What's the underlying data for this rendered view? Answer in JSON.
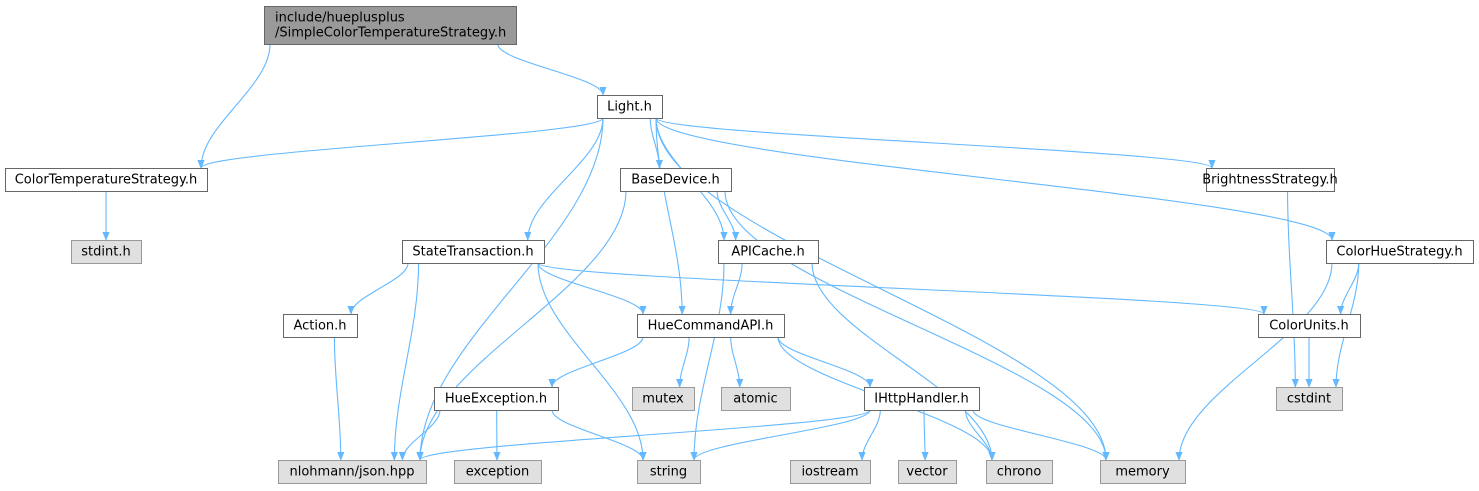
{
  "colors": {
    "edge": "#63b8ff",
    "node_fill": "#ffffff",
    "node_stroke": "#666666",
    "root_fill": "#999999",
    "system_fill": "#e0e0e0",
    "system_stroke": "#999999"
  },
  "nodes": [
    {
      "id": "root",
      "lines": [
        "include/hueplusplus",
        "/SimpleColorTemperatureStrategy.h"
      ],
      "kind": "root"
    },
    {
      "id": "light",
      "lines": [
        "Light.h"
      ],
      "kind": "normal"
    },
    {
      "id": "cts",
      "lines": [
        "ColorTemperatureStrategy.h"
      ],
      "kind": "normal"
    },
    {
      "id": "stdint",
      "lines": [
        "stdint.h"
      ],
      "kind": "system"
    },
    {
      "id": "basedev",
      "lines": [
        "BaseDevice.h"
      ],
      "kind": "normal"
    },
    {
      "id": "bright",
      "lines": [
        "BrightnessStrategy.h"
      ],
      "kind": "normal"
    },
    {
      "id": "colorhue",
      "lines": [
        "ColorHueStrategy.h"
      ],
      "kind": "normal"
    },
    {
      "id": "statetx",
      "lines": [
        "StateTransaction.h"
      ],
      "kind": "normal"
    },
    {
      "id": "apicache",
      "lines": [
        "APICache.h"
      ],
      "kind": "normal"
    },
    {
      "id": "action",
      "lines": [
        "Action.h"
      ],
      "kind": "normal"
    },
    {
      "id": "huecmd",
      "lines": [
        "HueCommandAPI.h"
      ],
      "kind": "normal"
    },
    {
      "id": "colorunits",
      "lines": [
        "ColorUnits.h"
      ],
      "kind": "normal"
    },
    {
      "id": "hueexc",
      "lines": [
        "HueException.h"
      ],
      "kind": "normal"
    },
    {
      "id": "mutex",
      "lines": [
        "mutex"
      ],
      "kind": "system"
    },
    {
      "id": "atomic",
      "lines": [
        "atomic"
      ],
      "kind": "system"
    },
    {
      "id": "ihttp",
      "lines": [
        "IHttpHandler.h"
      ],
      "kind": "normal"
    },
    {
      "id": "cstdint",
      "lines": [
        "cstdint"
      ],
      "kind": "system"
    },
    {
      "id": "json",
      "lines": [
        "nlohmann/json.hpp"
      ],
      "kind": "system"
    },
    {
      "id": "exception",
      "lines": [
        "exception"
      ],
      "kind": "system"
    },
    {
      "id": "string",
      "lines": [
        "string"
      ],
      "kind": "system"
    },
    {
      "id": "iostream",
      "lines": [
        "iostream"
      ],
      "kind": "system"
    },
    {
      "id": "vector",
      "lines": [
        "vector"
      ],
      "kind": "system"
    },
    {
      "id": "chrono",
      "lines": [
        "chrono"
      ],
      "kind": "system"
    },
    {
      "id": "memory",
      "lines": [
        "memory"
      ],
      "kind": "system"
    }
  ],
  "edges": [
    [
      "root",
      "cts"
    ],
    [
      "root",
      "light"
    ],
    [
      "light",
      "cts"
    ],
    [
      "light",
      "basedev"
    ],
    [
      "light",
      "bright"
    ],
    [
      "light",
      "colorhue"
    ],
    [
      "light",
      "statetx"
    ],
    [
      "light",
      "apicache"
    ],
    [
      "light",
      "huecmd"
    ],
    [
      "light",
      "json"
    ],
    [
      "light",
      "memory"
    ],
    [
      "cts",
      "stdint"
    ],
    [
      "basedev",
      "apicache"
    ],
    [
      "basedev",
      "json"
    ],
    [
      "basedev",
      "memory"
    ],
    [
      "bright",
      "cstdint"
    ],
    [
      "colorhue",
      "colorunits"
    ],
    [
      "colorhue",
      "cstdint"
    ],
    [
      "colorhue",
      "memory"
    ],
    [
      "statetx",
      "action"
    ],
    [
      "statetx",
      "huecmd"
    ],
    [
      "statetx",
      "colorunits"
    ],
    [
      "statetx",
      "json"
    ],
    [
      "statetx",
      "string"
    ],
    [
      "apicache",
      "huecmd"
    ],
    [
      "apicache",
      "string"
    ],
    [
      "apicache",
      "chrono"
    ],
    [
      "action",
      "json"
    ],
    [
      "huecmd",
      "hueexc"
    ],
    [
      "huecmd",
      "mutex"
    ],
    [
      "huecmd",
      "atomic"
    ],
    [
      "huecmd",
      "ihttp"
    ],
    [
      "huecmd",
      "chrono"
    ],
    [
      "colorunits",
      "cstdint"
    ],
    [
      "hueexc",
      "json"
    ],
    [
      "hueexc",
      "exception"
    ],
    [
      "hueexc",
      "string"
    ],
    [
      "ihttp",
      "json"
    ],
    [
      "ihttp",
      "string"
    ],
    [
      "ihttp",
      "iostream"
    ],
    [
      "ihttp",
      "vector"
    ],
    [
      "ihttp",
      "chrono"
    ],
    [
      "ihttp",
      "memory"
    ]
  ]
}
